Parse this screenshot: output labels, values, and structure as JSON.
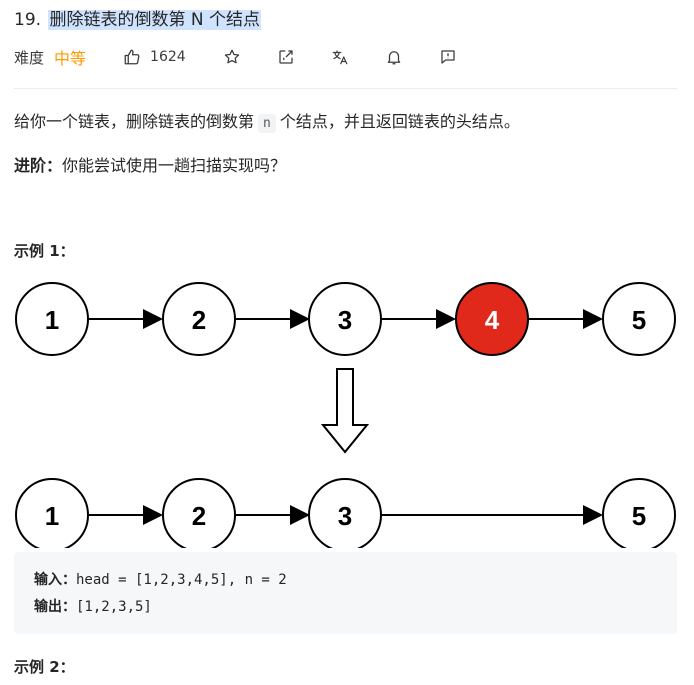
{
  "problem": {
    "number": "19.",
    "title": "删除链表的倒数第 N 个结点"
  },
  "meta": {
    "difficulty_label": "难度",
    "difficulty": "中等",
    "likes": "1624",
    "icons": [
      "thumb-up-icon",
      "star-icon",
      "share-icon",
      "translate-icon",
      "bell-icon",
      "feedback-icon"
    ]
  },
  "description": {
    "before": "给你一个链表，删除链表的倒数第",
    "code": "n",
    "after": "个结点，并且返回链表的头结点。"
  },
  "advanced": {
    "label": "进阶：",
    "text": "你能尝试使用一趟扫描实现吗？"
  },
  "example1": {
    "title": "示例 1：",
    "input_label": "输入：",
    "input_value": "head = [1,2,3,4,5], n = 2",
    "output_label": "输出：",
    "output_value": "[1,2,3,5]"
  },
  "example2": {
    "title": "示例 2："
  },
  "diagram": {
    "before_nodes": [
      "1",
      "2",
      "3",
      "4",
      "5"
    ],
    "removed_index": 3,
    "after_nodes": [
      "1",
      "2",
      "3",
      "5"
    ],
    "removed_color": "#e0281b"
  }
}
